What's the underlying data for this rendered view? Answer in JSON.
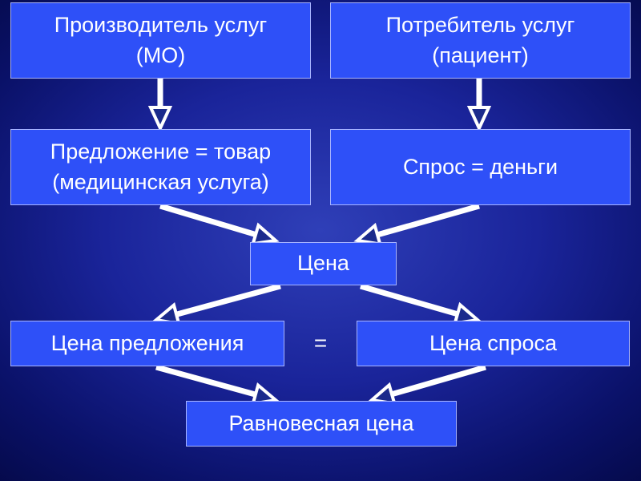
{
  "diagram": {
    "producer": {
      "line1": "Производитель услуг",
      "line2": "(МО)"
    },
    "consumer": {
      "line1": "Потребитель услуг",
      "line2": "(пациент)"
    },
    "supply": {
      "line1": "Предложение = товар",
      "line2": "(медицинская услуга)"
    },
    "demand": {
      "label": "Спрос = деньги"
    },
    "price": {
      "label": "Цена"
    },
    "supply_price": {
      "label": "Цена предложения"
    },
    "equals_sign": "=",
    "demand_price": {
      "label": "Цена спроса"
    },
    "equilibrium": {
      "label": "Равновесная цена"
    }
  },
  "colors": {
    "background": "#1a249a",
    "box_fill": "#2e50f8",
    "arrow": "#ffffff"
  },
  "icons": {
    "arrow": "hollow-triangle-arrow-icon"
  }
}
